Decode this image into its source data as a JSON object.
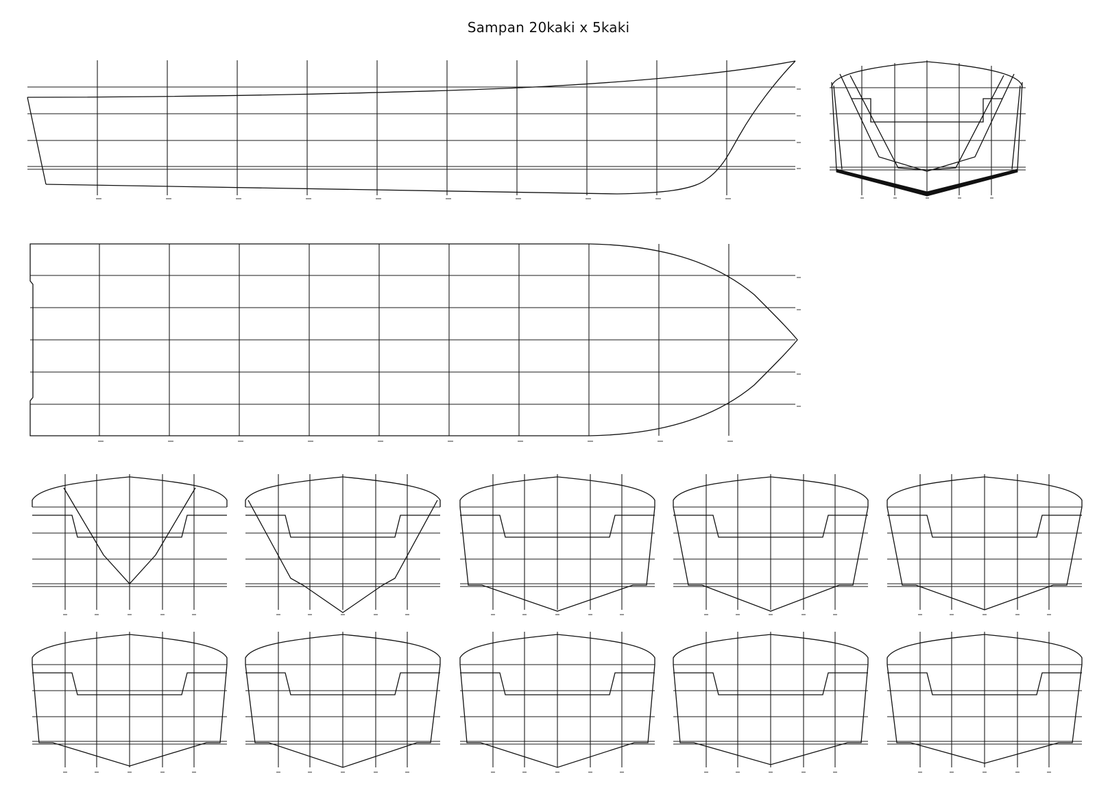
{
  "title": "Sampan 20kaki x 5kaki",
  "views": {
    "profile": "sheer-plan",
    "plan": "half-breadth-plan",
    "body": "body-plan",
    "sections": [
      "section-1",
      "section-2",
      "section-3",
      "section-4",
      "section-5",
      "section-6",
      "section-7",
      "section-8",
      "section-9",
      "section-10"
    ]
  }
}
